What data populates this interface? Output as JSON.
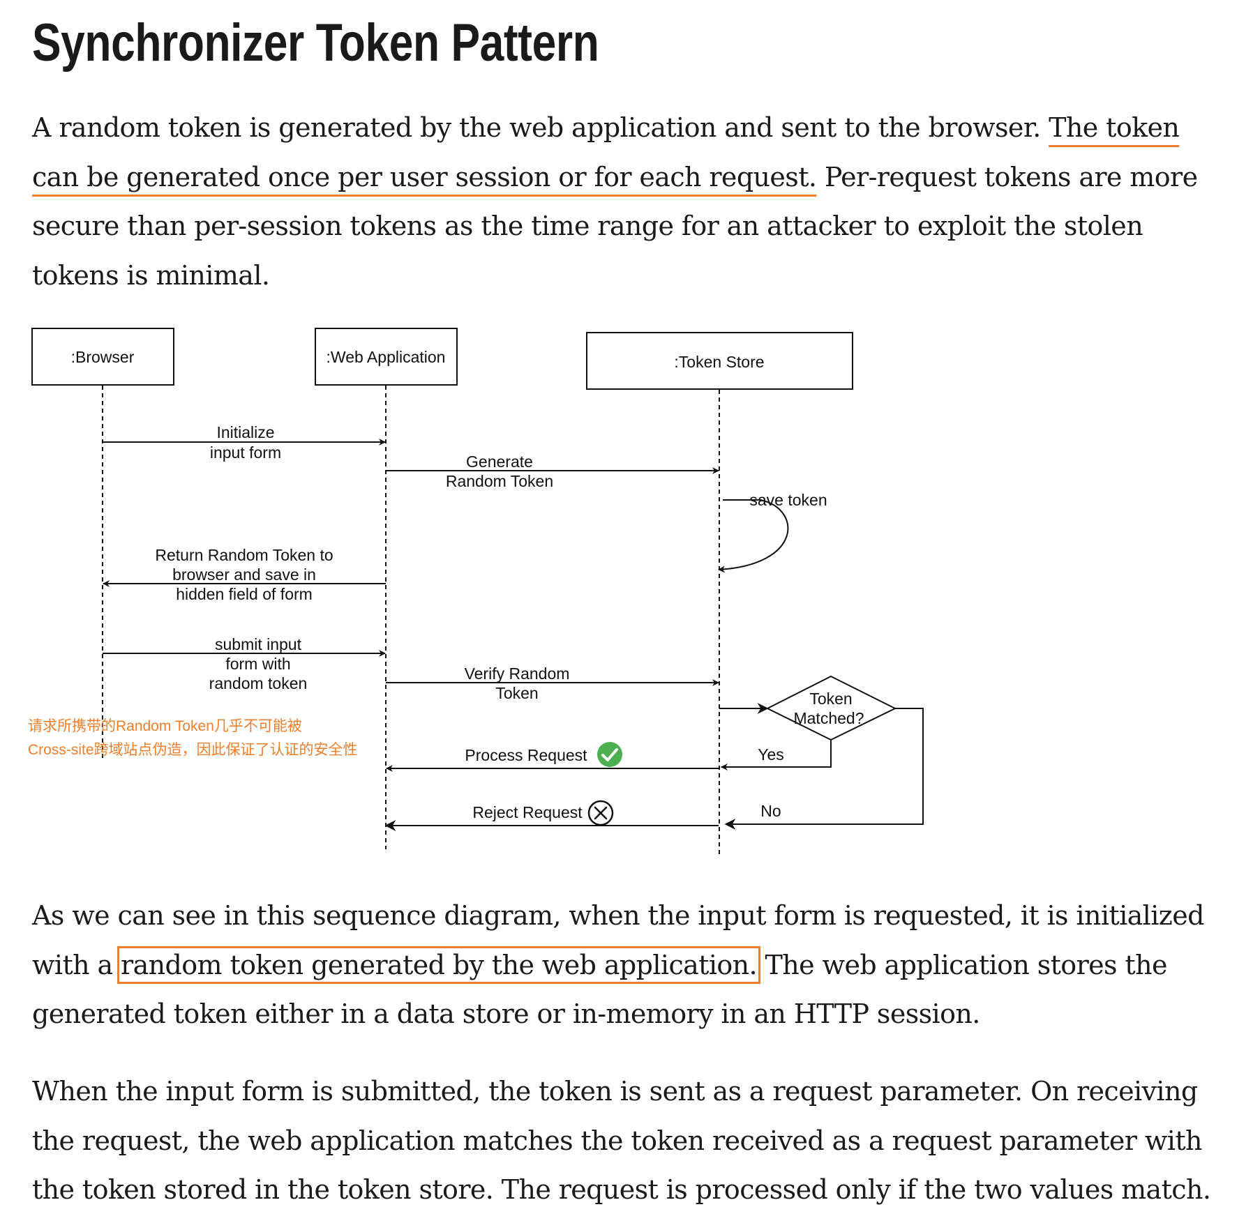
{
  "article": {
    "title": "Synchronizer Token Pattern",
    "p1": {
      "before": "A random token is generated by the web application and sent to the browser. ",
      "highlight": "The token can be generated once per user session or for each request.",
      "after": " Per-request tokens are more secure than per-session tokens as the time range for an attacker to exploit the stolen tokens is minimal."
    },
    "p2": {
      "before": "As we can see in this sequence diagram, when the input form is requested, it is initialized with a ",
      "highlight": "random token generated by the web application.",
      "after": " The web application stores the generated token either in a data store or in-memory in an HTTP session."
    },
    "p3": "When the input form is submitted, the token is sent as a request parameter. On receiving the request, the web application matches the token received as a request parameter with the token stored in the token store. The request is processed only if the two values match."
  },
  "diagram": {
    "lifelines": {
      "browser": ":Browser",
      "webapp": ":Web Application",
      "store": ":Token Store"
    },
    "messages": {
      "init_1": "Initialize",
      "init_2": "input form",
      "gen_1": "Generate",
      "gen_2": "Random Token",
      "save": "save token",
      "ret_1": "Return Random Token to",
      "ret_2": "browser and save in",
      "ret_3": "hidden field of form",
      "sub_1": "submit input",
      "sub_2": "form with",
      "sub_3": "random token",
      "ver_1": "Verify Random",
      "ver_2": "Token",
      "dec_1": "Token",
      "dec_2": "Matched?",
      "process": "Process Request",
      "reject": "Reject Request",
      "yes": "Yes",
      "no": "No"
    },
    "annotation": {
      "line1": "请求所携带的Random Token几乎不可能被",
      "line2": "Cross-site跨域站点伪造，因此保证了认证的安全性"
    },
    "colors": {
      "annotation": "#ef7f2a",
      "check": "#4caf50",
      "line": "#111111"
    }
  }
}
